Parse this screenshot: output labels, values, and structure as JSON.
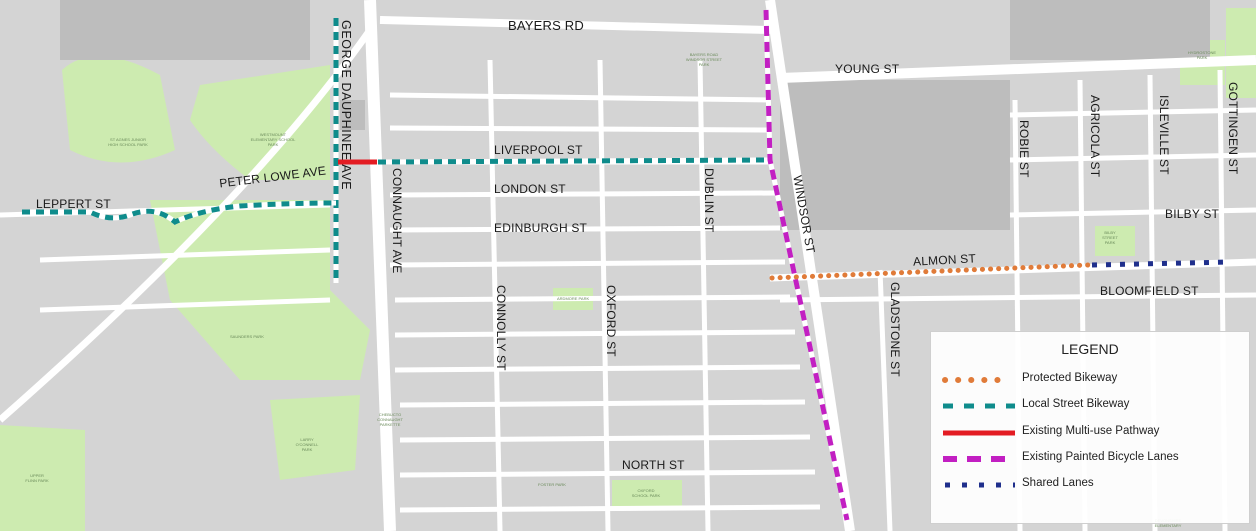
{
  "streets": {
    "bayers_rd": "BAYERS RD",
    "young_st": "YOUNG ST",
    "george_dauphinee_ave": "GEORGE DAUPHINEE AVE",
    "liverpool_st": "LIVERPOOL ST",
    "london_st": "LONDON ST",
    "edinburgh_st": "EDINBURGH ST",
    "peter_lowe_ave": "PETER LOWE AVE",
    "leppert_st": "LEPPERT ST",
    "connaught_ave": "CONNAUGHT AVE",
    "dublin_st": "DUBLIN ST",
    "windsor_st": "WINDSOR ST",
    "connolly_st": "CONNOLLY ST",
    "oxford_st": "OXFORD ST",
    "almon_st": "ALMON ST",
    "gladstone_st": "GLADSTONE ST",
    "bloomfield_st": "BLOOMFIELD ST",
    "north_st": "NORTH ST",
    "robie_st": "ROBIE ST",
    "agricola_st": "AGRICOLA ST",
    "isleville_st": "ISLEVILLE ST",
    "gottingen_st": "GOTTINGEN ST",
    "bilby_st": "BILBY ST"
  },
  "parks": {
    "st_agnes": "ST AGNES JUNIOR HIGH SCHOOL PARK",
    "westmount": "WESTMOUNT ELEMENTARY SCHOOL PARK",
    "bayers_road": "BAYERS ROAD WINDSOR STREET PARK",
    "saunders": "SAUNDERS PARK",
    "larry_oconnell": "LARRY O'CONNELL PARK",
    "upper_flinn": "UPPER FLINN PARK",
    "chebucto_connaught": "CHEBUCTO CONNAUGHT PARKETTE",
    "ardmore": "ARDMORE PARK",
    "foster": "FOSTER PARK",
    "oxford_school": "OXFORD SCHOOL PARK",
    "hydrostone": "HYDROSTONE PARK",
    "bilby_street": "BILBY STREET PARK",
    "devonshire": "DEVONSHIRE ELEMENTARY"
  },
  "legend": {
    "title": "LEGEND",
    "items": [
      {
        "label": "Protected Bikeway",
        "color": "#e07b39",
        "style": "dotted"
      },
      {
        "label": "Local Street Bikeway",
        "color": "#0f8c8c",
        "style": "dashed"
      },
      {
        "label": "Existing Multi-use Pathway",
        "color": "#e31c23",
        "style": "solid"
      },
      {
        "label": "Existing Painted Bicycle Lanes",
        "color": "#c21fc2",
        "style": "dashed"
      },
      {
        "label": "Shared Lanes",
        "color": "#1f2f8c",
        "style": "squares"
      }
    ]
  },
  "colors": {
    "land": "#d3d3d3",
    "building": "#bdbdbd",
    "road": "#ffffff",
    "park": "#cdebb0"
  }
}
